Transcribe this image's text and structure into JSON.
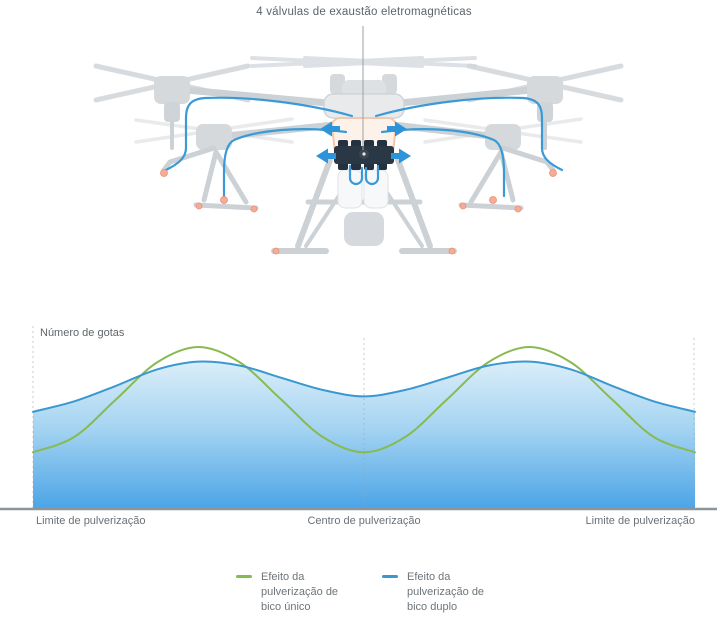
{
  "annotation": {
    "title": "4 válvulas de exaustão eletromagnéticas"
  },
  "chart_data": {
    "type": "area",
    "title": "",
    "ylabel": "Número de gotas",
    "xlabel": "",
    "x_axis_labels": [
      "Limite de pulverização",
      "Centro de pulverização",
      "Limite de pulverização"
    ],
    "x": [
      0,
      0.0625,
      0.125,
      0.1875,
      0.25,
      0.3125,
      0.375,
      0.4375,
      0.5,
      0.5625,
      0.625,
      0.6875,
      0.75,
      0.8125,
      0.875,
      0.9375,
      1
    ],
    "ylim": [
      0,
      1.1
    ],
    "grid": false,
    "legend_position": "bottom",
    "axis_color": "#8e9599",
    "guide_color": "#9aa2a7",
    "series": [
      {
        "name": "Efeito da pulverização de bico único",
        "color": "#87ba51",
        "fill": false,
        "values": [
          0.35,
          0.445,
          0.675,
          0.905,
          1.0,
          0.905,
          0.675,
          0.445,
          0.35,
          0.445,
          0.675,
          0.905,
          1.0,
          0.905,
          0.675,
          0.445,
          0.35
        ]
      },
      {
        "name": "Efeito da pulverização de bico duplo",
        "color": "#3a98d0",
        "fill": true,
        "fill_gradient": [
          "#e6f3fb",
          "#a5d4f1",
          "#4ba4e7"
        ],
        "values": [
          0.6,
          0.665,
          0.76,
          0.862,
          0.91,
          0.885,
          0.81,
          0.735,
          0.695,
          0.735,
          0.81,
          0.885,
          0.91,
          0.862,
          0.76,
          0.665,
          0.6
        ]
      }
    ]
  }
}
